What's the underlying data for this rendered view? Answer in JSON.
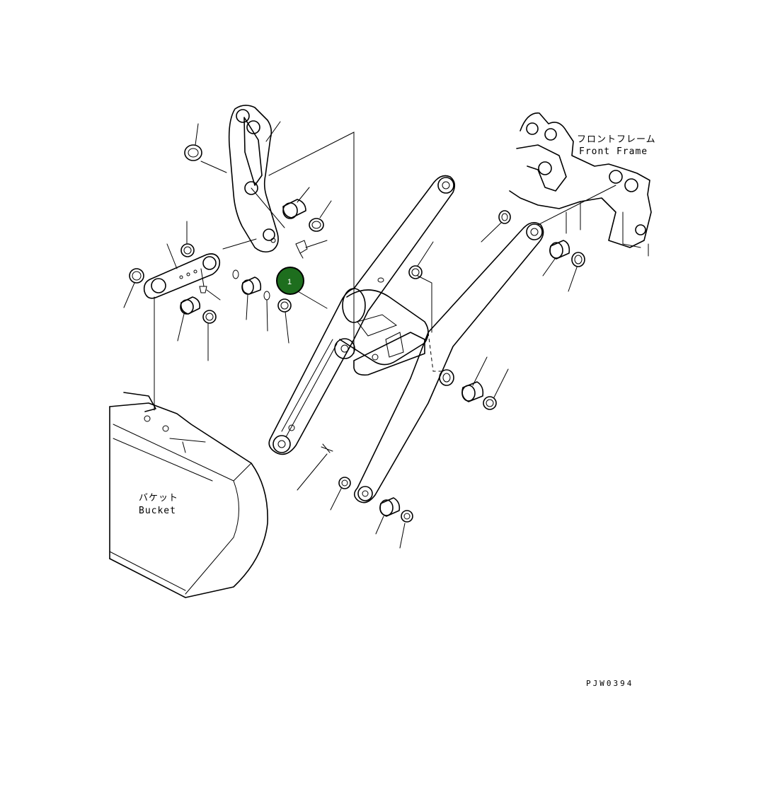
{
  "labels": {
    "front_frame_jp": "フロントフレーム",
    "front_frame_en": "Front Frame",
    "bucket_jp": "バケット",
    "bucket_en": "Bucket"
  },
  "drawing_code": "PJW0394",
  "callouts": [
    {
      "number": "1",
      "color": "#1e6e1e"
    }
  ]
}
